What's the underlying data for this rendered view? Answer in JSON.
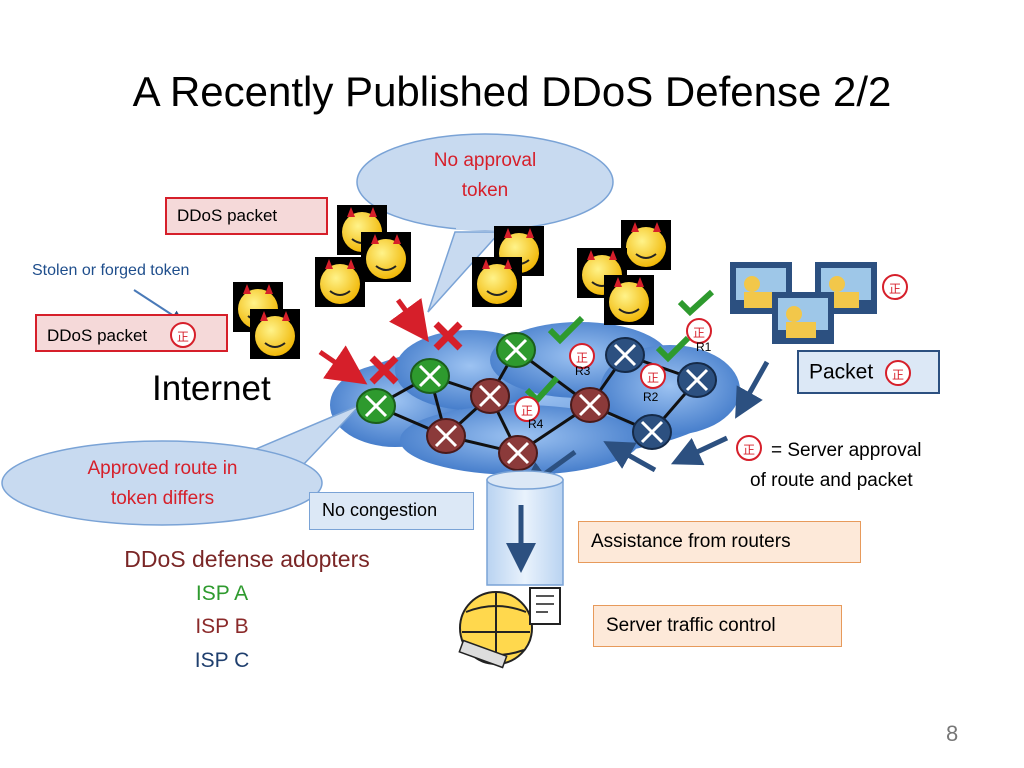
{
  "slide": {
    "title": "A Recently Published DDoS Defense 2/2",
    "page_number": "8"
  },
  "labels": {
    "internet": "Internet",
    "ddos_packet_1": "DDoS packet",
    "ddos_packet_2": "DDoS packet",
    "stolen_token": "Stolen or forged token",
    "packet": "Packet",
    "server_approval_line1": "= Server approval",
    "server_approval_line2": "of route and packet",
    "no_congestion": "No congestion",
    "assistance": "Assistance from routers",
    "server_traffic": "Server traffic control",
    "token_glyph": "正"
  },
  "callouts": {
    "no_approval_line1": "No approval",
    "no_approval_line2": "token",
    "approved_route_line1": "Approved route  in",
    "approved_route_line2": "token differs"
  },
  "routers": {
    "r1": "R1",
    "r2": "R2",
    "r3": "R3",
    "r4": "R4"
  },
  "legend": {
    "heading": "DDoS defense adopters",
    "isp_a": "ISP A",
    "isp_b": "ISP B",
    "isp_c": "ISP C"
  },
  "colors": {
    "red": "#d61f2a",
    "isp_a": "#2e9a2e",
    "isp_b": "#8b2a2a",
    "isp_c": "#1f3f6e",
    "adopters_heading": "#7a2626",
    "cloud": "#5b8fd6",
    "arrow_navy": "#2c5080"
  }
}
